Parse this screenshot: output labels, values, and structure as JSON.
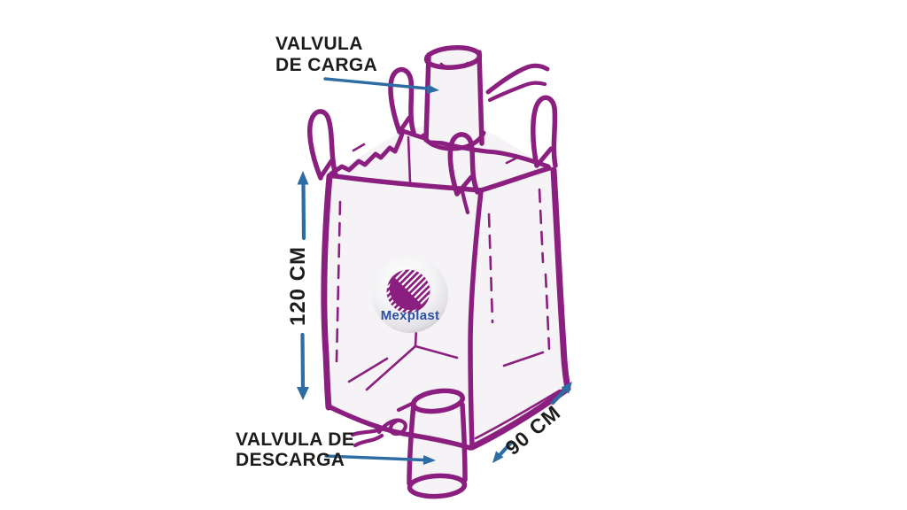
{
  "title": "Big bag (FIBC) dimensions diagram",
  "labels": {
    "charge_valve": {
      "line1": "VALVULA",
      "line2": "DE CARGA"
    },
    "discharge_valve": {
      "line1": "VALVULA DE",
      "line2": "DESCARGA"
    },
    "height": "120 CM",
    "width": "90 CM"
  },
  "logo": {
    "text": "Mexplast"
  },
  "colors": {
    "background": "#ffffff",
    "bag_outline": "#8b1f7f",
    "bag_fill": "#f6f3f7",
    "dimension_arrow": "#2e6ca4",
    "label_text": "#1c1c1c",
    "logo_text": "#2b4fa2"
  },
  "icons": {
    "charge_arrow": "arrow-right",
    "discharge_arrow": "arrow-right",
    "height_arrow": "double-arrow-vertical",
    "width_arrow": "double-arrow-diagonal"
  }
}
